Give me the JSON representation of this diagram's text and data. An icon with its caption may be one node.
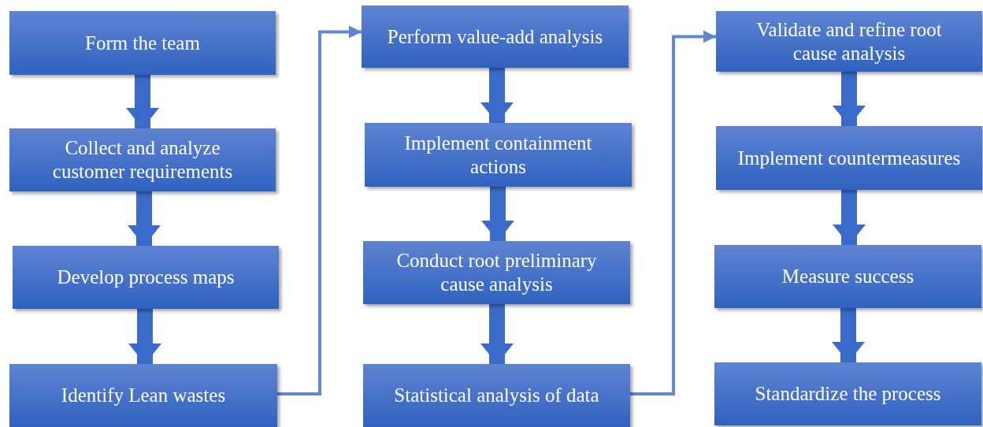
{
  "diagram": {
    "nodes": [
      {
        "text": [
          "Form the team"
        ]
      },
      {
        "text": [
          "Collect and analyze customer requirements"
        ]
      },
      {
        "text": [
          "Develop process maps"
        ]
      },
      {
        "text": [
          "Identify Lean wastes"
        ]
      },
      {
        "text": [
          "Perform value-add analysis"
        ]
      },
      {
        "text": [
          "Implement containment actions"
        ]
      },
      {
        "text": [
          "Conduct root preliminary cause analysis"
        ]
      },
      {
        "text": [
          "Statistical analysis of data"
        ]
      },
      {
        "text": [
          "Validate and refine root cause analysis"
        ]
      },
      {
        "text": [
          "Implement countermeasures"
        ]
      },
      {
        "text": [
          "Measure success"
        ]
      },
      {
        "text": [
          "Standardize the process"
        ]
      }
    ],
    "edges": [
      {
        "from": 0,
        "to": 1,
        "arrow": "to"
      },
      {
        "from": 1,
        "to": 2,
        "arrow": "to"
      },
      {
        "from": 2,
        "to": 3,
        "arrow": "to"
      },
      {
        "from": 3,
        "to": 4,
        "arrow": "to",
        "color": "#6388d0"
      },
      {
        "from": 4,
        "to": 5,
        "arrow": "to"
      },
      {
        "from": 5,
        "to": 6,
        "arrow": "to"
      },
      {
        "from": 6,
        "to": 7,
        "arrow": "to"
      },
      {
        "from": 7,
        "to": 8,
        "arrow": "to",
        "color": "#6388d0"
      },
      {
        "from": 8,
        "to": 9,
        "arrow": "to"
      },
      {
        "from": 9,
        "to": 10,
        "arrow": "to"
      },
      {
        "from": 10,
        "to": 11,
        "arrow": "to"
      }
    ]
  }
}
